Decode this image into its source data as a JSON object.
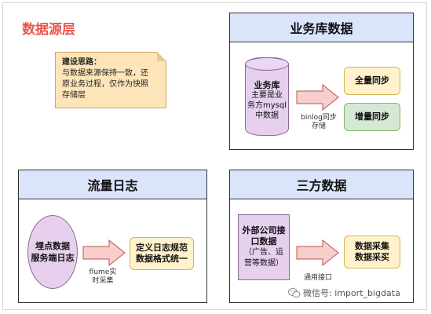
{
  "title": "数据源层",
  "note": {
    "heading": "建设思路：",
    "line1": "与数据来源保持一致，还",
    "line2": "原业务过程，仅作为快照",
    "line3": "存储层"
  },
  "panels": {
    "business": {
      "title": "业务库数据",
      "db_bold": "业务库",
      "db_line1": "主要是业",
      "db_line2": "务方mysql",
      "db_line3": "中数据",
      "arrow_line1": "binlog同步",
      "arrow_line2": "存储",
      "full_sync": "全量同步",
      "incr_sync": "增量同步"
    },
    "log": {
      "title": "流量日志",
      "source_line1": "埋点数据",
      "source_line2": "服务端日志",
      "arrow_line1": "flume实",
      "arrow_line2": "时采集",
      "target_line1": "定义日志规范",
      "target_line2": "数据格式统一"
    },
    "third": {
      "title": "三方数据",
      "source_line1": "外部公司接",
      "source_line2": "口数据",
      "source_line3": "（广告、运",
      "source_line4": "营等数据）",
      "arrow_label": "通用接口",
      "target_line1": "数据采集",
      "target_line2": "数据采买"
    }
  },
  "watermark": "微信号: import_bigdata",
  "colors": {
    "title_red": "#e8574d",
    "panel_head": "#dae5fb",
    "arrow_fill": "#f8cecc",
    "arrow_stroke": "#b85450",
    "db_fill": "#e6d0ee",
    "note_fill": "#fde5b9"
  }
}
